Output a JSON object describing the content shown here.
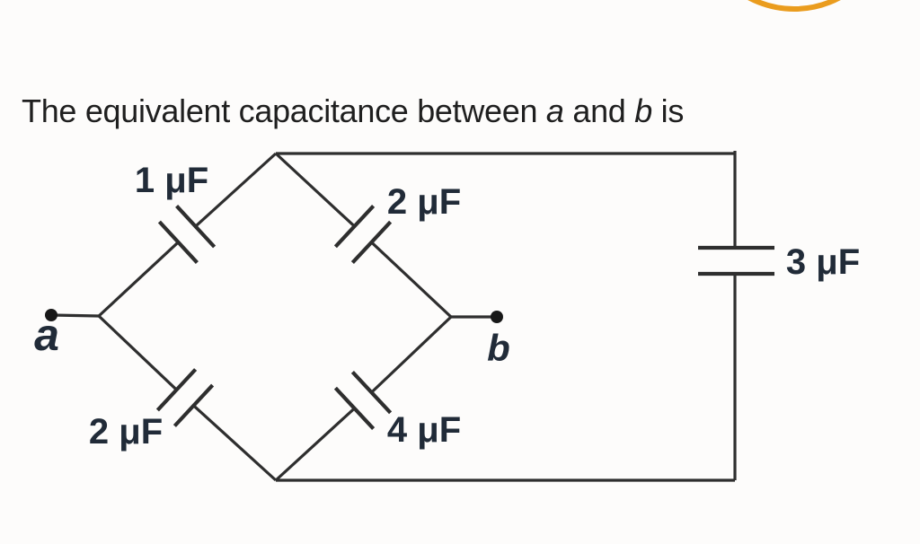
{
  "page": {
    "background_color": "#FDFCFB"
  },
  "logo": {
    "icon": "orange-arc",
    "color": "#EA9C1E"
  },
  "question": {
    "prefix": "The equivalent capacitance between ",
    "terminal_a": "a",
    "conjunction": " and ",
    "terminal_b": "b",
    "suffix": " is"
  },
  "circuit": {
    "type": "capacitor-bridge",
    "wire_color": "#2E2E2E",
    "label_color": "#212B38",
    "terminals": {
      "a": {
        "label": "a"
      },
      "b": {
        "label": "b"
      }
    },
    "capacitors": [
      {
        "id": "C1",
        "value": "1 μF",
        "position": "a-to-top-branch"
      },
      {
        "id": "C2",
        "value": "2 μF",
        "position": "top-to-b-branch"
      },
      {
        "id": "C3",
        "value": "2 μF",
        "position": "a-to-bottom-branch"
      },
      {
        "id": "C4",
        "value": "4 μF",
        "position": "bottom-to-b-branch"
      },
      {
        "id": "C5",
        "value": "3 μF",
        "position": "outer-right-branch"
      }
    ]
  }
}
